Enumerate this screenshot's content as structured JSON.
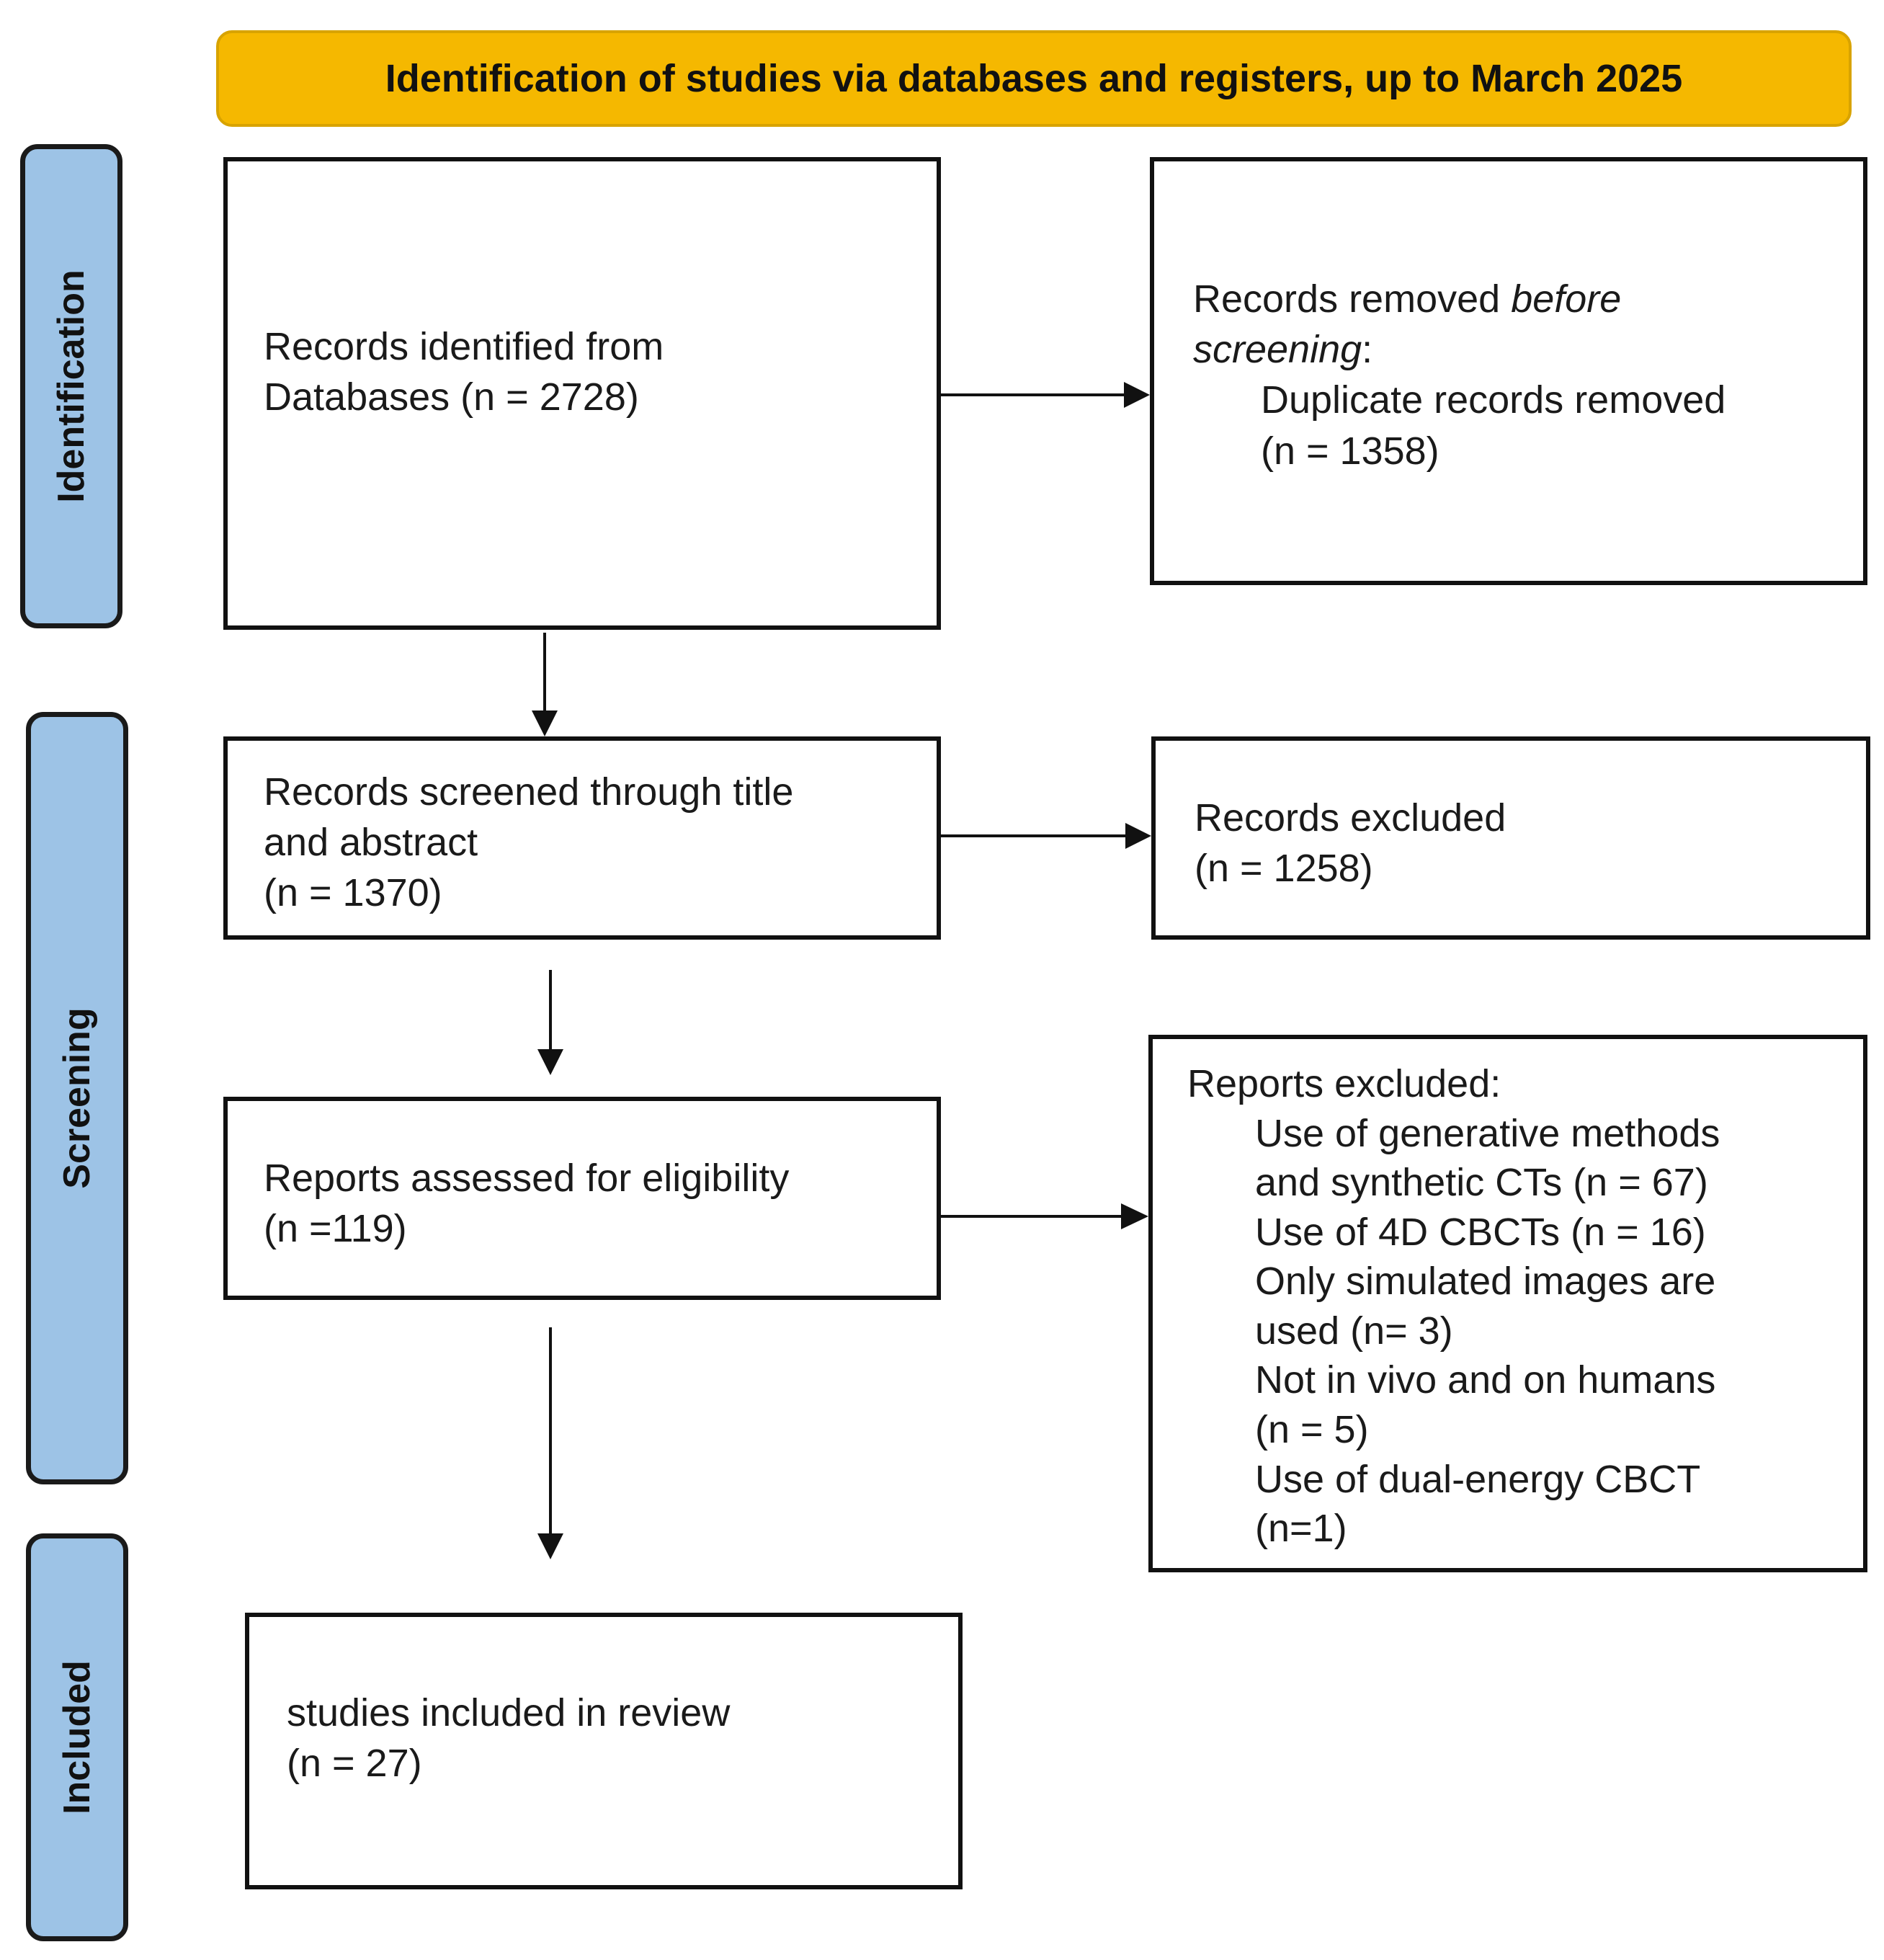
{
  "header": {
    "title": "Identification of studies via databases and registers, up to March 2025"
  },
  "phases": {
    "identification": "Identification",
    "screening": "Screening",
    "included": "Included"
  },
  "boxes": {
    "records_identified": {
      "line1": "Records identified from",
      "line2": "Databases (n = 2728)"
    },
    "records_removed": {
      "line1_prefix": "Records removed ",
      "line1_italic": "before",
      "line2_italic": "screening",
      "line2_suffix": ":",
      "item1": "Duplicate records removed",
      "item2": "(n = 1358)"
    },
    "records_screened": {
      "line1": "Records screened through title",
      "line2": "and abstract",
      "line3": "(n = 1370)"
    },
    "records_excluded": {
      "line1": "Records excluded",
      "line2": "(n = 1258)"
    },
    "reports_assessed": {
      "line1": "Reports assessed for eligibility",
      "line2": "(n =119)"
    },
    "reports_excluded": {
      "title": "Reports excluded:",
      "lines": [
        "Use of generative methods",
        "and synthetic CTs (n = 67)",
        "Use of 4D CBCTs (n = 16)",
        "Only simulated images are",
        "used (n= 3)",
        "Not in vivo and on humans",
        "(n = 5)",
        "Use of dual-energy CBCT",
        "(n=1)"
      ]
    },
    "studies_included": {
      "line1": "studies included in review",
      "line2": "(n = 27)"
    }
  }
}
